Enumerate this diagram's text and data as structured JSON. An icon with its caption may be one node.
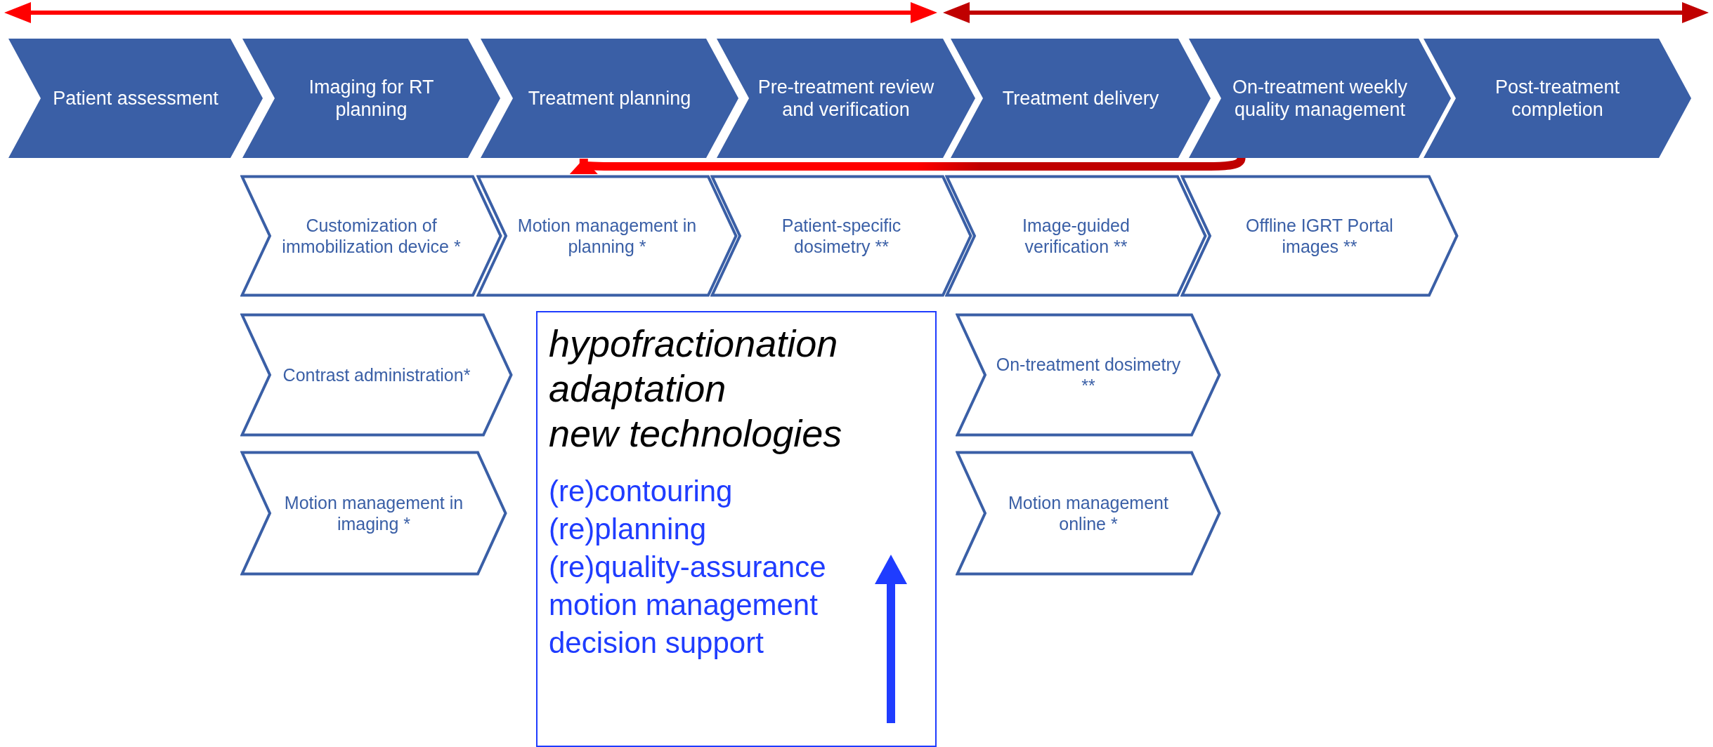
{
  "diagram": {
    "nodes": [
      {
        "text": [],
        "shape": "arrow"
      },
      {
        "text": [],
        "shape": "arrow"
      },
      {
        "text": [
          "Patient assessment"
        ]
      },
      {
        "text": [
          "Imaging for RT planning"
        ]
      },
      {
        "text": [
          "Treatment planning"
        ]
      },
      {
        "text": [
          "Pre-treatment review and verification"
        ]
      },
      {
        "text": [
          "Treatment delivery"
        ]
      },
      {
        "text": [
          "On-treatment weekly quality management"
        ]
      },
      {
        "text": [
          "Post-treatment completion"
        ]
      },
      {
        "text": [
          "Customization of immobilization device *"
        ]
      },
      {
        "text": [
          "Motion management in planning *"
        ]
      },
      {
        "text": [
          "Patient-specific dosimetry **"
        ]
      },
      {
        "text": [
          "Image-guided verification **"
        ]
      },
      {
        "text": [
          "Offline IGRT Portal images **"
        ]
      },
      {
        "text": [
          "Contrast administration*"
        ]
      },
      {
        "text": [
          "hypofractionation",
          "adaptation",
          "new technologies",
          "(re)contouring",
          "(re)planning",
          "(re)quality-assurance",
          "motion management",
          "decision support"
        ]
      },
      {
        "text": [
          "On-treatment dosimetry **"
        ]
      },
      {
        "text": [
          "Motion management in imaging *"
        ]
      },
      {
        "text": [
          "Motion management online *"
        ]
      }
    ],
    "edges": [
      {
        "from": 7,
        "to": 4,
        "arrow": "to",
        "style": "thick",
        "color": "#ff0000"
      }
    ]
  }
}
